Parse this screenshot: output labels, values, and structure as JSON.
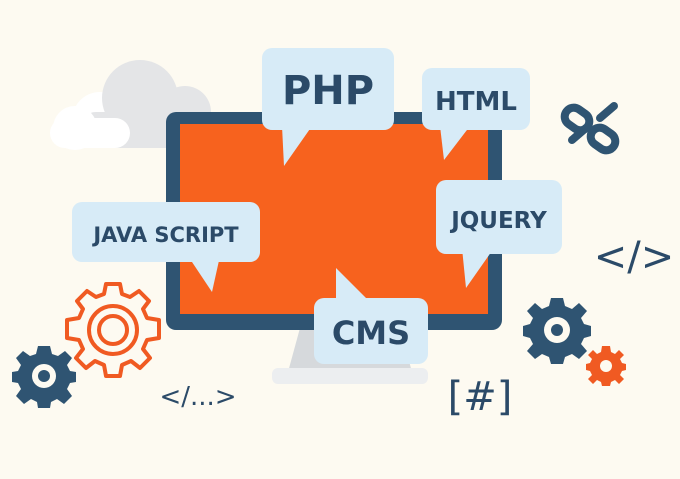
{
  "labels": {
    "php": "PHP",
    "html": "HTML",
    "javascript": "JAVA SCRIPT",
    "jquery": "JQUERY",
    "cms": "CMS"
  },
  "symbols": {
    "close_tag": "</>",
    "ellipsis_tag": "</...>",
    "hash_tag": "[#]"
  },
  "colors": {
    "screen": "#f7621e",
    "frame": "#2f5472",
    "bubble": "#d7ebf7",
    "text": "#2b4a68",
    "gear_orange": "#f05a22",
    "background": "#fdfaf1"
  },
  "icons": [
    "cloud-icon",
    "chain-link-icon",
    "gear-icon"
  ]
}
